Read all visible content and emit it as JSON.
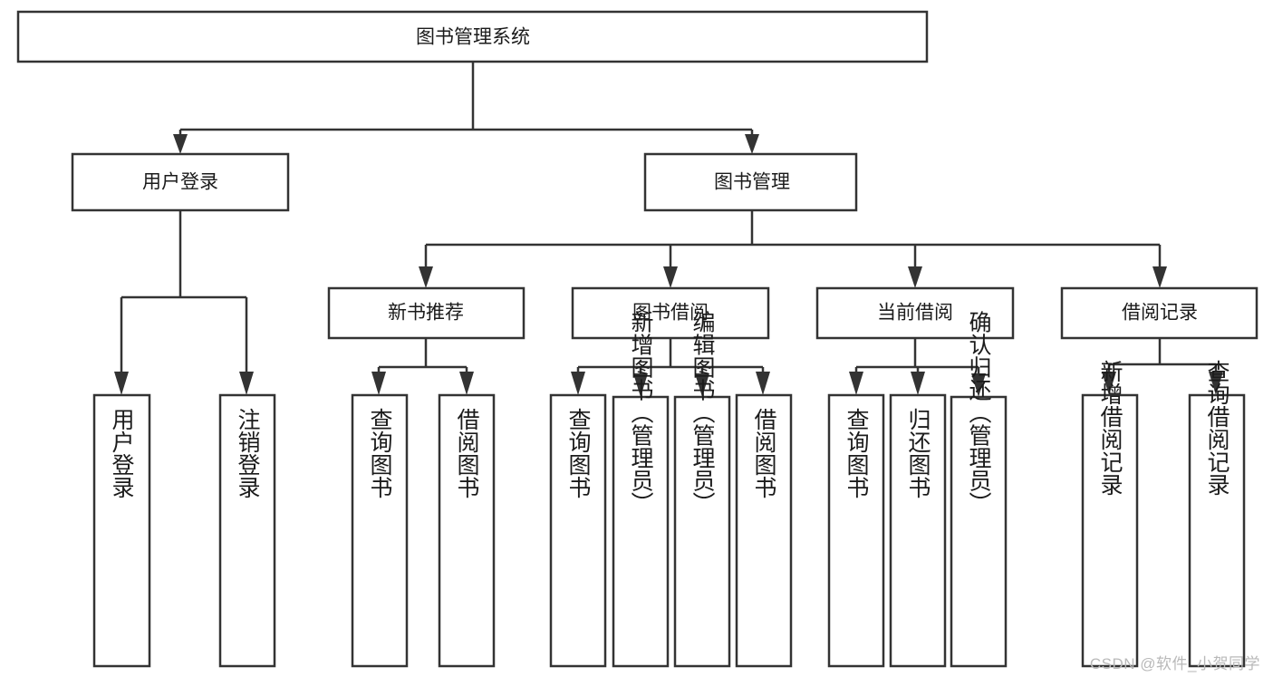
{
  "diagram": {
    "type": "hierarchy-tree",
    "title": "图书管理系统",
    "watermark": "CSDN @软件_小贺同学",
    "colors": {
      "stroke": "#333333",
      "fill": "#ffffff",
      "text": "#1b1b1b",
      "watermark": "#b9b9b9"
    },
    "levels": {
      "root": {
        "label": "图书管理系统"
      },
      "level2": [
        {
          "label": "用户登录"
        },
        {
          "label": "图书管理"
        }
      ],
      "level3": [
        {
          "label": "新书推荐"
        },
        {
          "label": "图书借阅"
        },
        {
          "label": "当前借阅"
        },
        {
          "label": "借阅记录"
        }
      ],
      "leaves": {
        "user_login": [
          {
            "label": "用户登录"
          },
          {
            "label": "注销登录"
          }
        ],
        "new_book_recommend": [
          {
            "label": "查询图书"
          },
          {
            "label": "借阅图书"
          }
        ],
        "book_borrow": [
          {
            "label": "查询图书"
          },
          {
            "label": "新增图书（管理员）"
          },
          {
            "label": "编辑图书（管理员）"
          },
          {
            "label": "借阅图书"
          }
        ],
        "current_borrow": [
          {
            "label": "查询图书"
          },
          {
            "label": "归还图书"
          },
          {
            "label": "确认归还（管理员）"
          }
        ],
        "borrow_record": [
          {
            "label": "新增借阅记录"
          },
          {
            "label": "查询借阅记录"
          }
        ]
      }
    }
  }
}
